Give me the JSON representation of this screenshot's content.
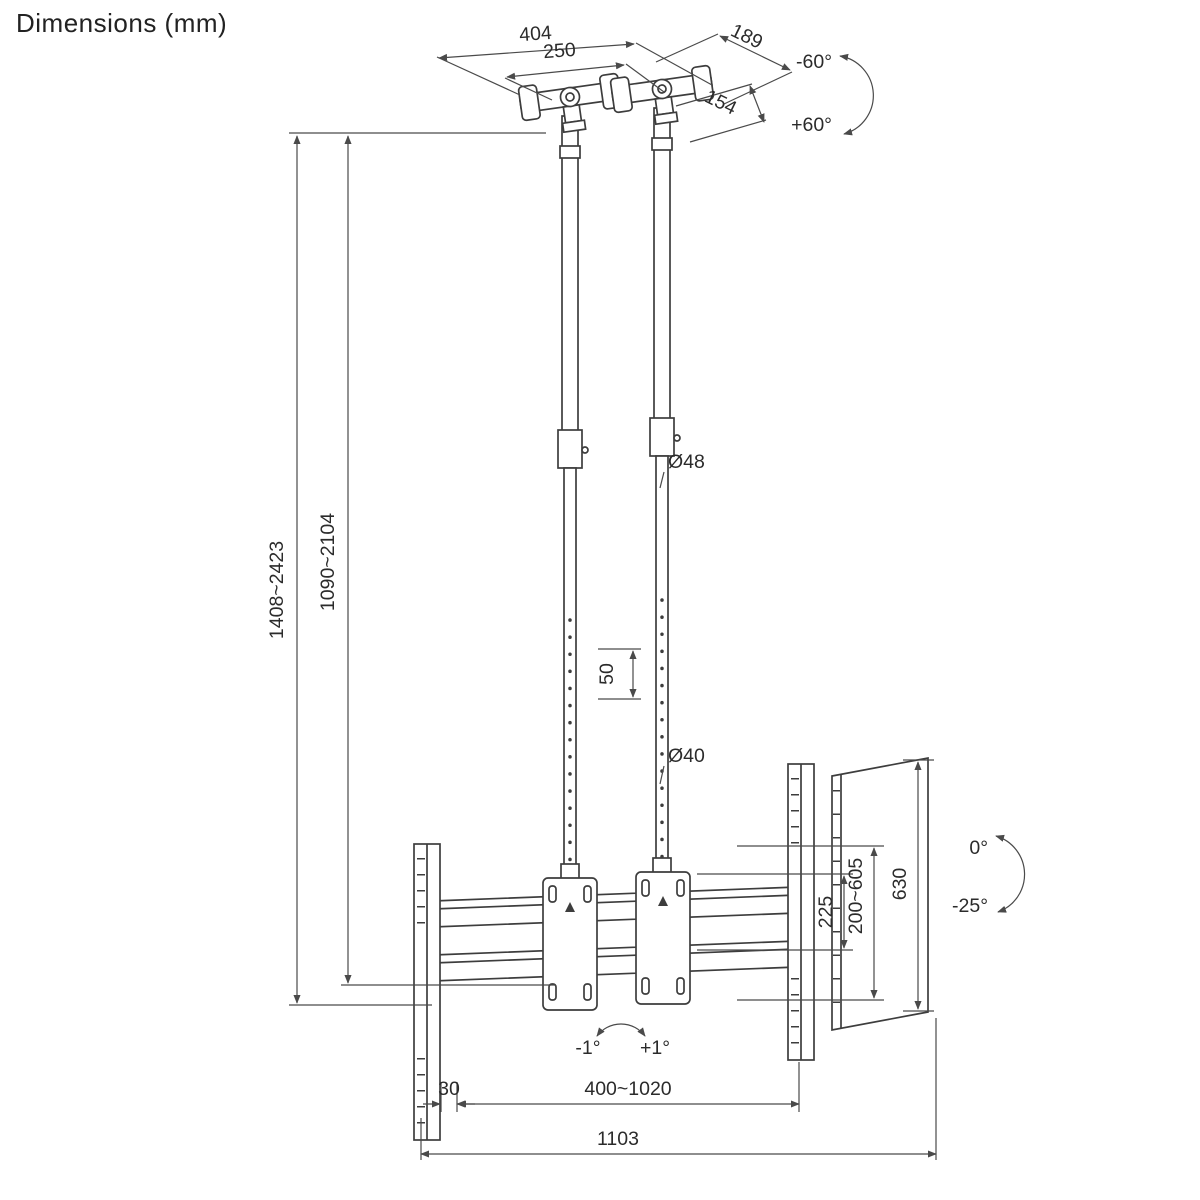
{
  "title": "Dimensions (mm)",
  "colors": {
    "line": "#3d3d3d",
    "text": "#2b2b2b",
    "background": "#ffffff"
  },
  "labels": {
    "top_width": "404",
    "top_pole_spacing": "250",
    "plate_depth": "189",
    "plate_inner_depth": "154",
    "swivel_left": "-60°",
    "swivel_right": "+60°",
    "total_height_range": "1408~2423",
    "pole_height_range": "1090~2104",
    "upper_pole_diameter": "Ø48",
    "hole_pitch": "50",
    "lower_pole_diameter": "Ø40",
    "vesa_plate_height": "225",
    "bracket_travel_range": "200~605",
    "bracket_length": "630",
    "tilt_upper": "0°",
    "tilt_lower": "-25°",
    "level_left": "-1°",
    "level_right": "+1°",
    "rail_offset": "30",
    "rail_width_range": "400~1020",
    "total_width": "1103"
  }
}
